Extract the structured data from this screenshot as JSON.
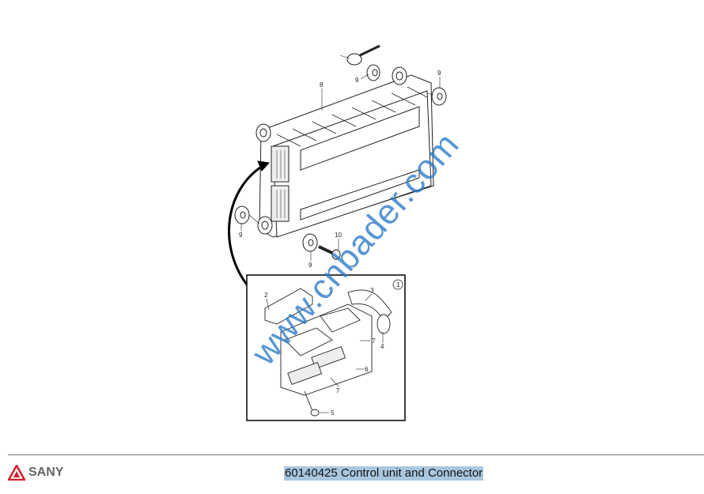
{
  "diagram": {
    "callouts": {
      "c8": "8",
      "c9a": "9",
      "c9b": "9",
      "c9c": "9",
      "c9d": "9",
      "c10": "10",
      "detail_ref": "1",
      "c2": "2",
      "c3": "3",
      "c4": "4",
      "c5": "5",
      "c6": "6",
      "c7a": "7",
      "c7b": "7"
    },
    "watermark": "www.cnbader.com"
  },
  "footer": {
    "brand": "SANY",
    "title": "60140425 Control unit and Connector",
    "brand_color": "#d0202a",
    "highlight_color": "#a9c7df"
  }
}
